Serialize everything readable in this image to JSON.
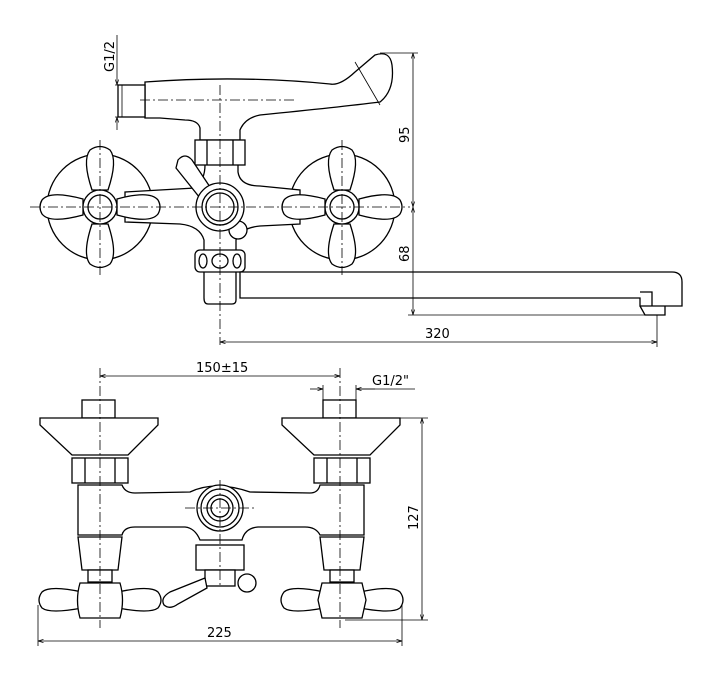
{
  "top_view": {
    "inlet_thread_label": "G1/2",
    "spout_height_label": "95",
    "outlet_height_label": "68",
    "spout_length_label": "320"
  },
  "front_view": {
    "center_distance_label": "150±15",
    "inlet_thread_label": "G1/2\"",
    "height_label": "127",
    "width_label": "225"
  }
}
